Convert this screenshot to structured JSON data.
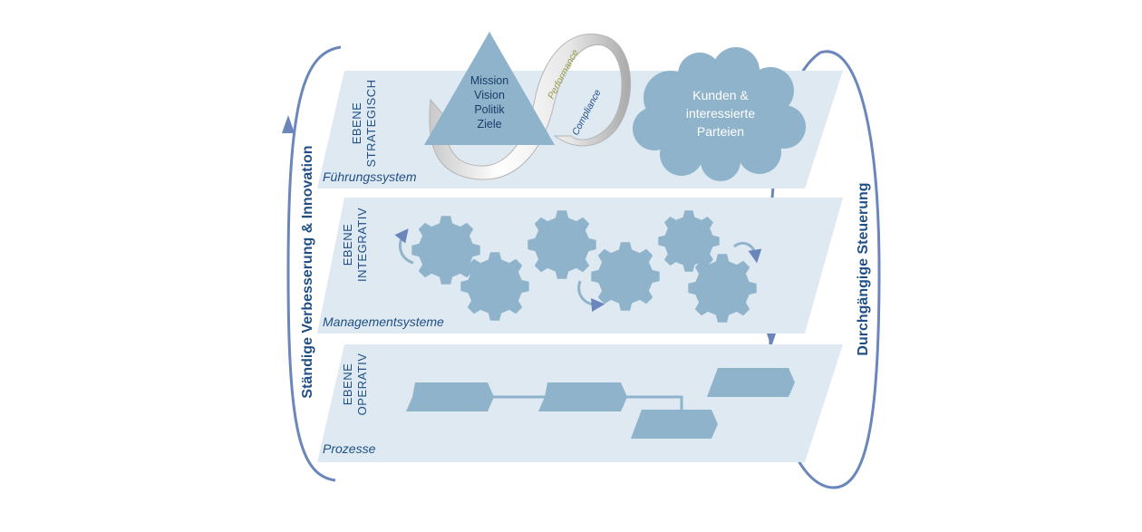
{
  "left_label": "Ständige Verbesserung & Innovation",
  "right_label": "Durchgängige Steuerung",
  "levels": [
    {
      "title_line1": "EBENE",
      "title_line2": "STRATEGISCH",
      "system": "Führungssystem"
    },
    {
      "title_line1": "EBENE",
      "title_line2": "INTEGRATIV",
      "system": "Managementsysteme"
    },
    {
      "title_line1": "EBENE",
      "title_line2": "OPERATIV",
      "system": "Prozesse"
    }
  ],
  "triangle_lines": [
    "Mission",
    "Vision",
    "Politik",
    "Ziele"
  ],
  "band_labels": {
    "performance": "Performance",
    "compliance": "Compliance"
  },
  "cloud_lines": [
    "Kunden &",
    "interessierte",
    "Parteien"
  ],
  "colors": {
    "plane": "#dfe9f2",
    "shape": "#8fb3ca",
    "dark_blue": "#1f4f86",
    "loop": "#6a86bb",
    "performance": "#9a9a4a",
    "compliance": "#1f4f86"
  }
}
